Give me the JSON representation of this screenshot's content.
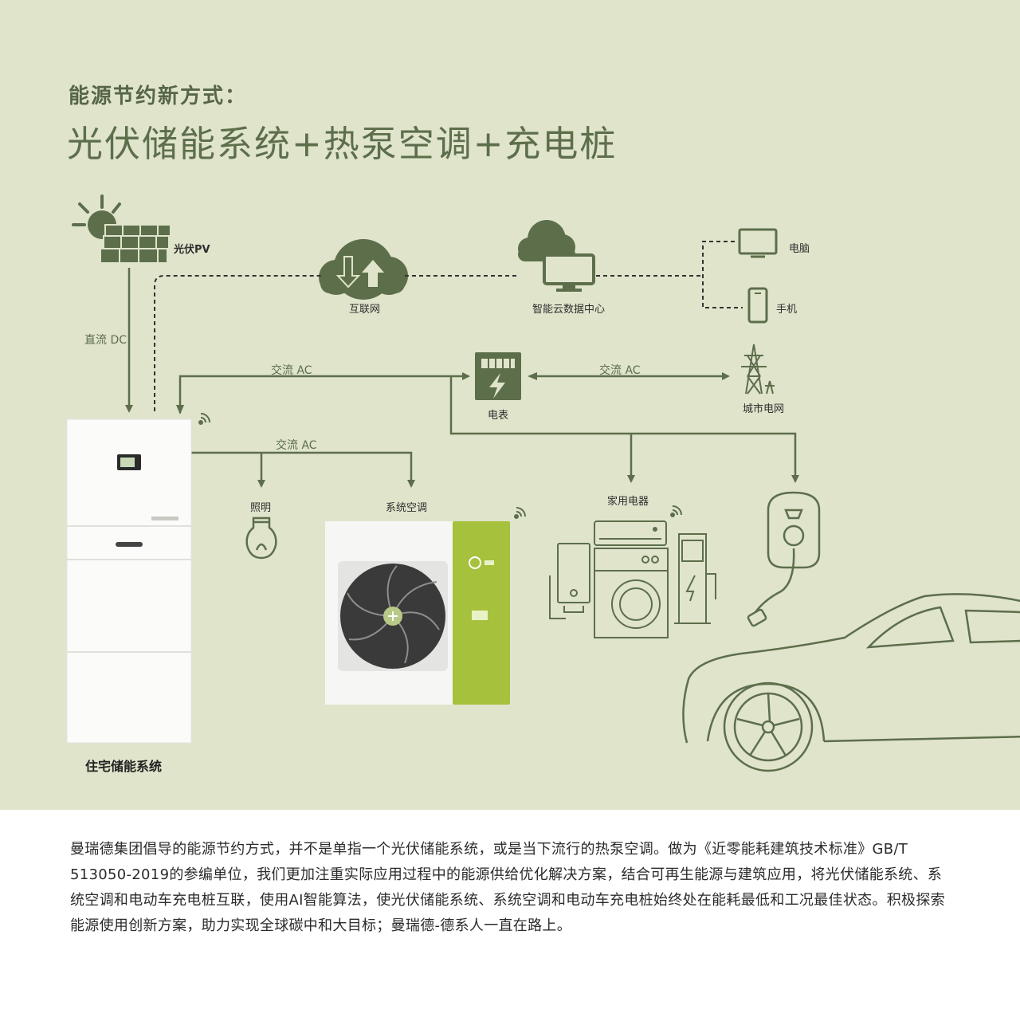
{
  "header": {
    "subtitle": "能源节约新方式：",
    "title": "光伏储能系统+热泵空调+充电桩"
  },
  "nodes": {
    "pv": "光伏PV",
    "internet": "互联网",
    "cloud_center": "智能云数据中心",
    "computer": "电脑",
    "phone": "手机",
    "meter": "电表",
    "grid": "城市电网",
    "lighting": "照明",
    "hvac": "系统空调",
    "appliances": "家用电器",
    "storage": "住宅储能系统"
  },
  "flows": {
    "dc": "直流 DC",
    "ac_meter": "交流 AC",
    "ac_grid": "交流 AC",
    "ac_loads": "交流 AC"
  },
  "description": "曼瑞德集团倡导的能源节约方式，并不是单指一个光伏储能系统，或是当下流行的热泵空调。做为《近零能耗建筑技术标准》GB/T 513050-2019的参编单位，我们更加注重实际应用过程中的能源供给优化解决方案，结合可再生能源与建筑应用，将光伏储能系统、系统空调和电动车充电桩互联，使用AI智能算法，使光伏储能系统、系统空调和电动车充电桩始终处在能耗最低和工况最佳状态。积极探索能源使用创新方案，助力实现全球碳中和大目标；曼瑞德-德系人一直在路上。",
  "colors": {
    "background": "#dfe4cb",
    "line": "#5d6e4b",
    "accent_green": "#a6c13c"
  }
}
